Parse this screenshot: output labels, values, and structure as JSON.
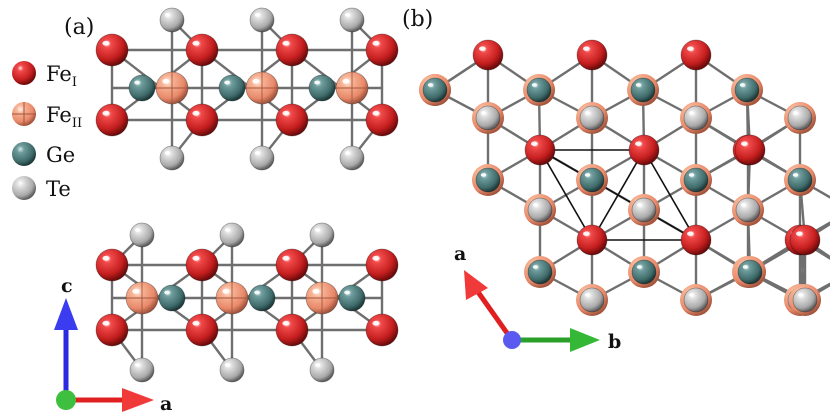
{
  "panels": {
    "a": {
      "label": "(a)"
    },
    "b": {
      "label": "(b)"
    }
  },
  "legend": [
    {
      "key": "fe1",
      "base": "Fe",
      "sub": "I",
      "color": "#d42a2a",
      "style": "sphere"
    },
    {
      "key": "fe2",
      "base": "Fe",
      "sub": "II",
      "color": "#f2a080",
      "style": "cross-sphere"
    },
    {
      "key": "ge",
      "base": "Ge",
      "sub": "",
      "color": "#4f7f7f",
      "style": "sphere"
    },
    {
      "key": "te",
      "base": "Te",
      "sub": "",
      "color": "#b9b9b9",
      "style": "sphere"
    }
  ],
  "axes": {
    "panel_a": {
      "vertical_label": "c",
      "horizontal_label": "a"
    },
    "panel_b": {
      "up_label": "a",
      "right_label": "b"
    }
  },
  "colors": {
    "axis_red": "#e02020",
    "axis_green": "#2aa02a",
    "axis_blue": "#2a2ae0",
    "bond": "#6f6f6f"
  }
}
